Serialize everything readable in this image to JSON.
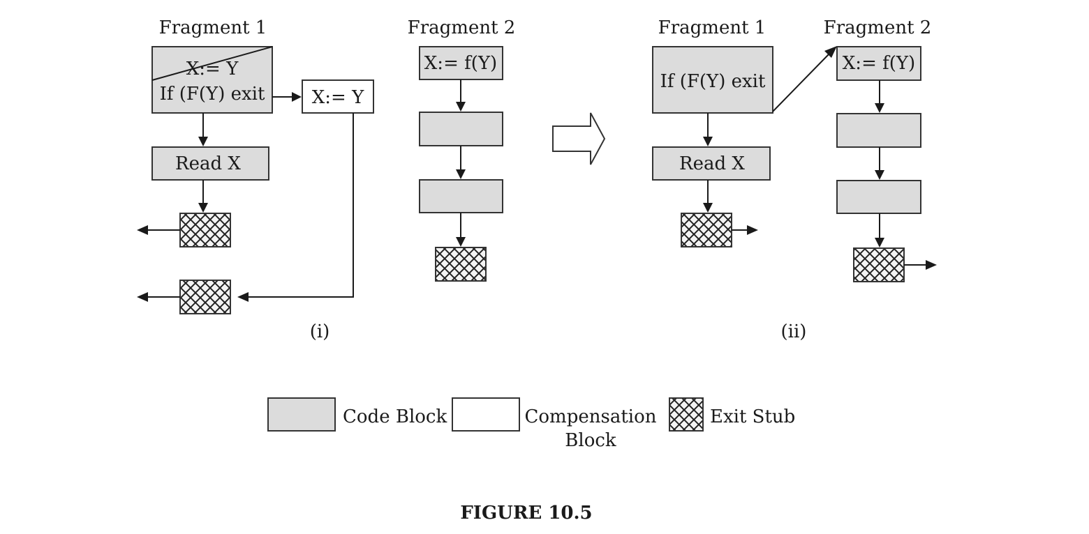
{
  "panel_i": {
    "fragment1_title": "Fragment 1",
    "fragment2_title": "Fragment 2",
    "split_block_top": "X:= Y",
    "split_block_bottom": "If (F(Y) exit",
    "compensation_block": "X:= Y",
    "read_block": "Read X",
    "fragment2_first": "X:= f(Y)",
    "label": "(i)"
  },
  "panel_ii": {
    "fragment1_title": "Fragment 1",
    "fragment2_title": "Fragment 2",
    "if_block": "If (F(Y) exit",
    "read_block": "Read X",
    "fragment2_first": "X:= f(Y)",
    "label": "(ii)"
  },
  "legend": {
    "code_block": "Code Block",
    "compensation_line1": "Compensation",
    "compensation_line2": "Block",
    "exit_stub": "Exit Stub"
  },
  "caption": "FIGURE 10.5",
  "colors": {
    "code_block_fill": "#dcdcdc",
    "compensation_fill": "#ffffff",
    "stroke": "#333333"
  }
}
